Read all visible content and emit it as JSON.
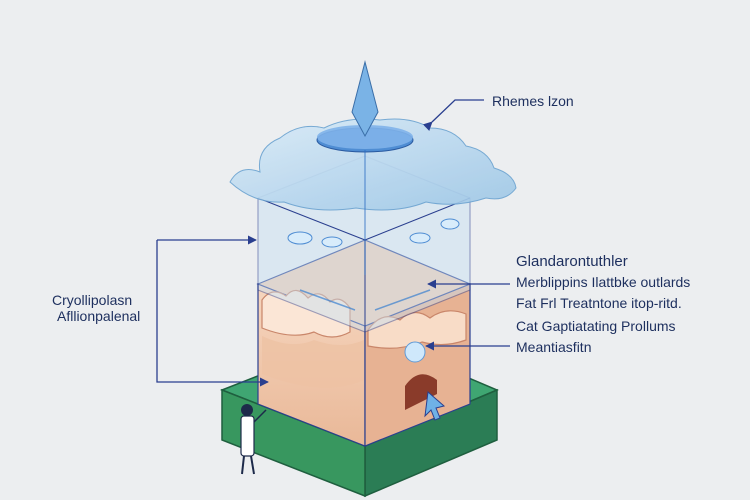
{
  "labels": {
    "top_right": "Rhemes lzon",
    "left_line1": "Cryollipolasn",
    "left_line2": "Afllionpalenal",
    "right_title": "Glandarontuthler",
    "right_line1": "Merblippins  Ilattbke outlards",
    "right_line2": "Fat Frl Treatntone itop-ritd.",
    "right_line3": "Cat Gaptiatating Prollums",
    "right_line4": "Meantiasfitn"
  },
  "colors": {
    "background": "#eceef0",
    "arrow": "#2a3f8f",
    "ice": "#bcd8ef",
    "skin": "#f0c4a6",
    "base": "#3a9b6a"
  }
}
